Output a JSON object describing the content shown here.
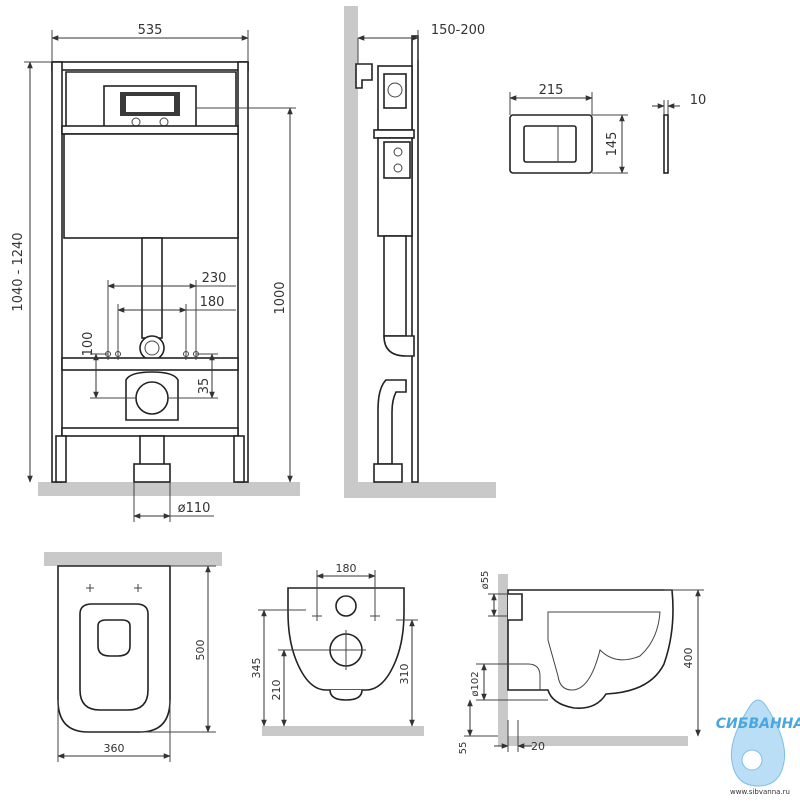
{
  "frame_front": {
    "width": "535",
    "height_range": "1040 - 1240",
    "height": "1000",
    "spacing_outer": "230",
    "spacing_inner": "180",
    "offset_100": "100",
    "offset_35": "35",
    "pipe_diameter": "ø110"
  },
  "frame_side": {
    "depth_range": "150-200"
  },
  "flush_plate": {
    "width": "215",
    "height": "145",
    "thickness": "10"
  },
  "bowl_top": {
    "length": "500",
    "width": "360"
  },
  "bowl_back": {
    "bolt_spacing": "180",
    "total_height": "345",
    "outlet_height": "210",
    "rim_height": "310"
  },
  "bowl_side": {
    "inlet_diameter": "ø55",
    "outlet_diameter": "ø102",
    "height": "400",
    "offset_55": "55",
    "offset_20": "20"
  },
  "watermark": {
    "brand": "СИБВАННА",
    "site": "www.sibvanna.ru"
  }
}
